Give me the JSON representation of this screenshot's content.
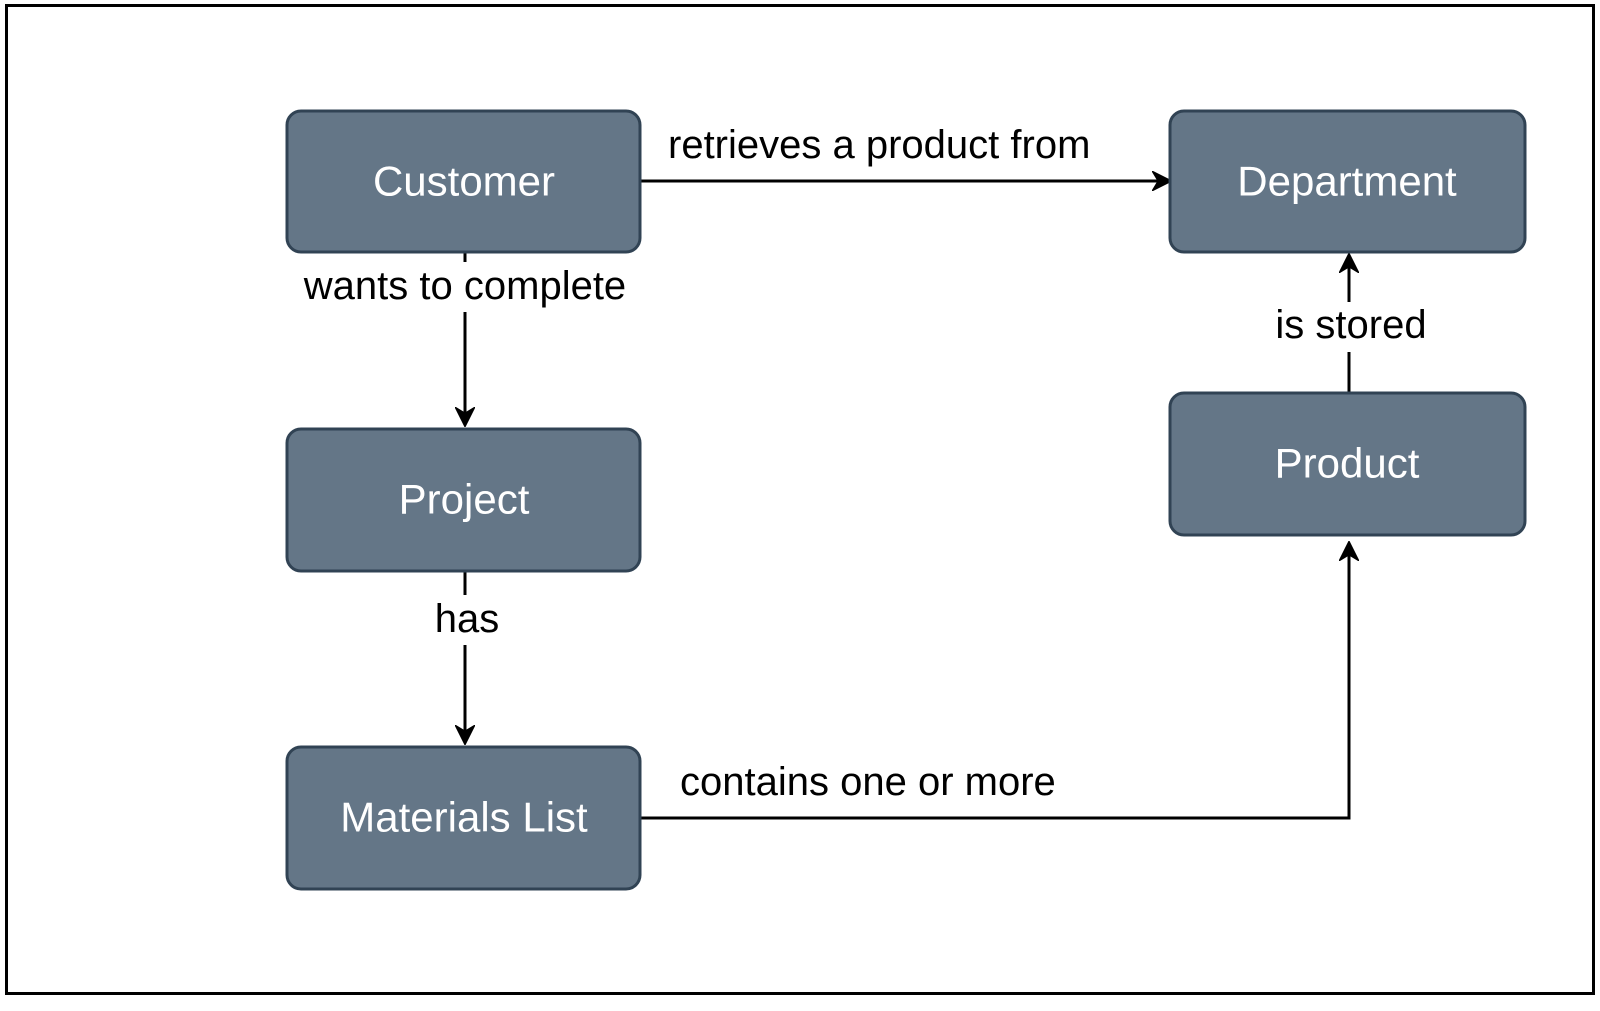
{
  "colors": {
    "node_fill": "#647687",
    "node_stroke": "#314354",
    "node_text": "#ffffff",
    "edge": "#000000",
    "background": "#ffffff"
  },
  "nodes": {
    "customer": "Customer",
    "department": "Department",
    "project": "Project",
    "product": "Product",
    "materials_list": "Materials List"
  },
  "edges": {
    "customer_to_department": "retrieves a product from",
    "customer_to_project": "wants to complete",
    "project_to_materials": "has",
    "materials_to_product": "contains one or more",
    "product_to_department": "is stored"
  }
}
